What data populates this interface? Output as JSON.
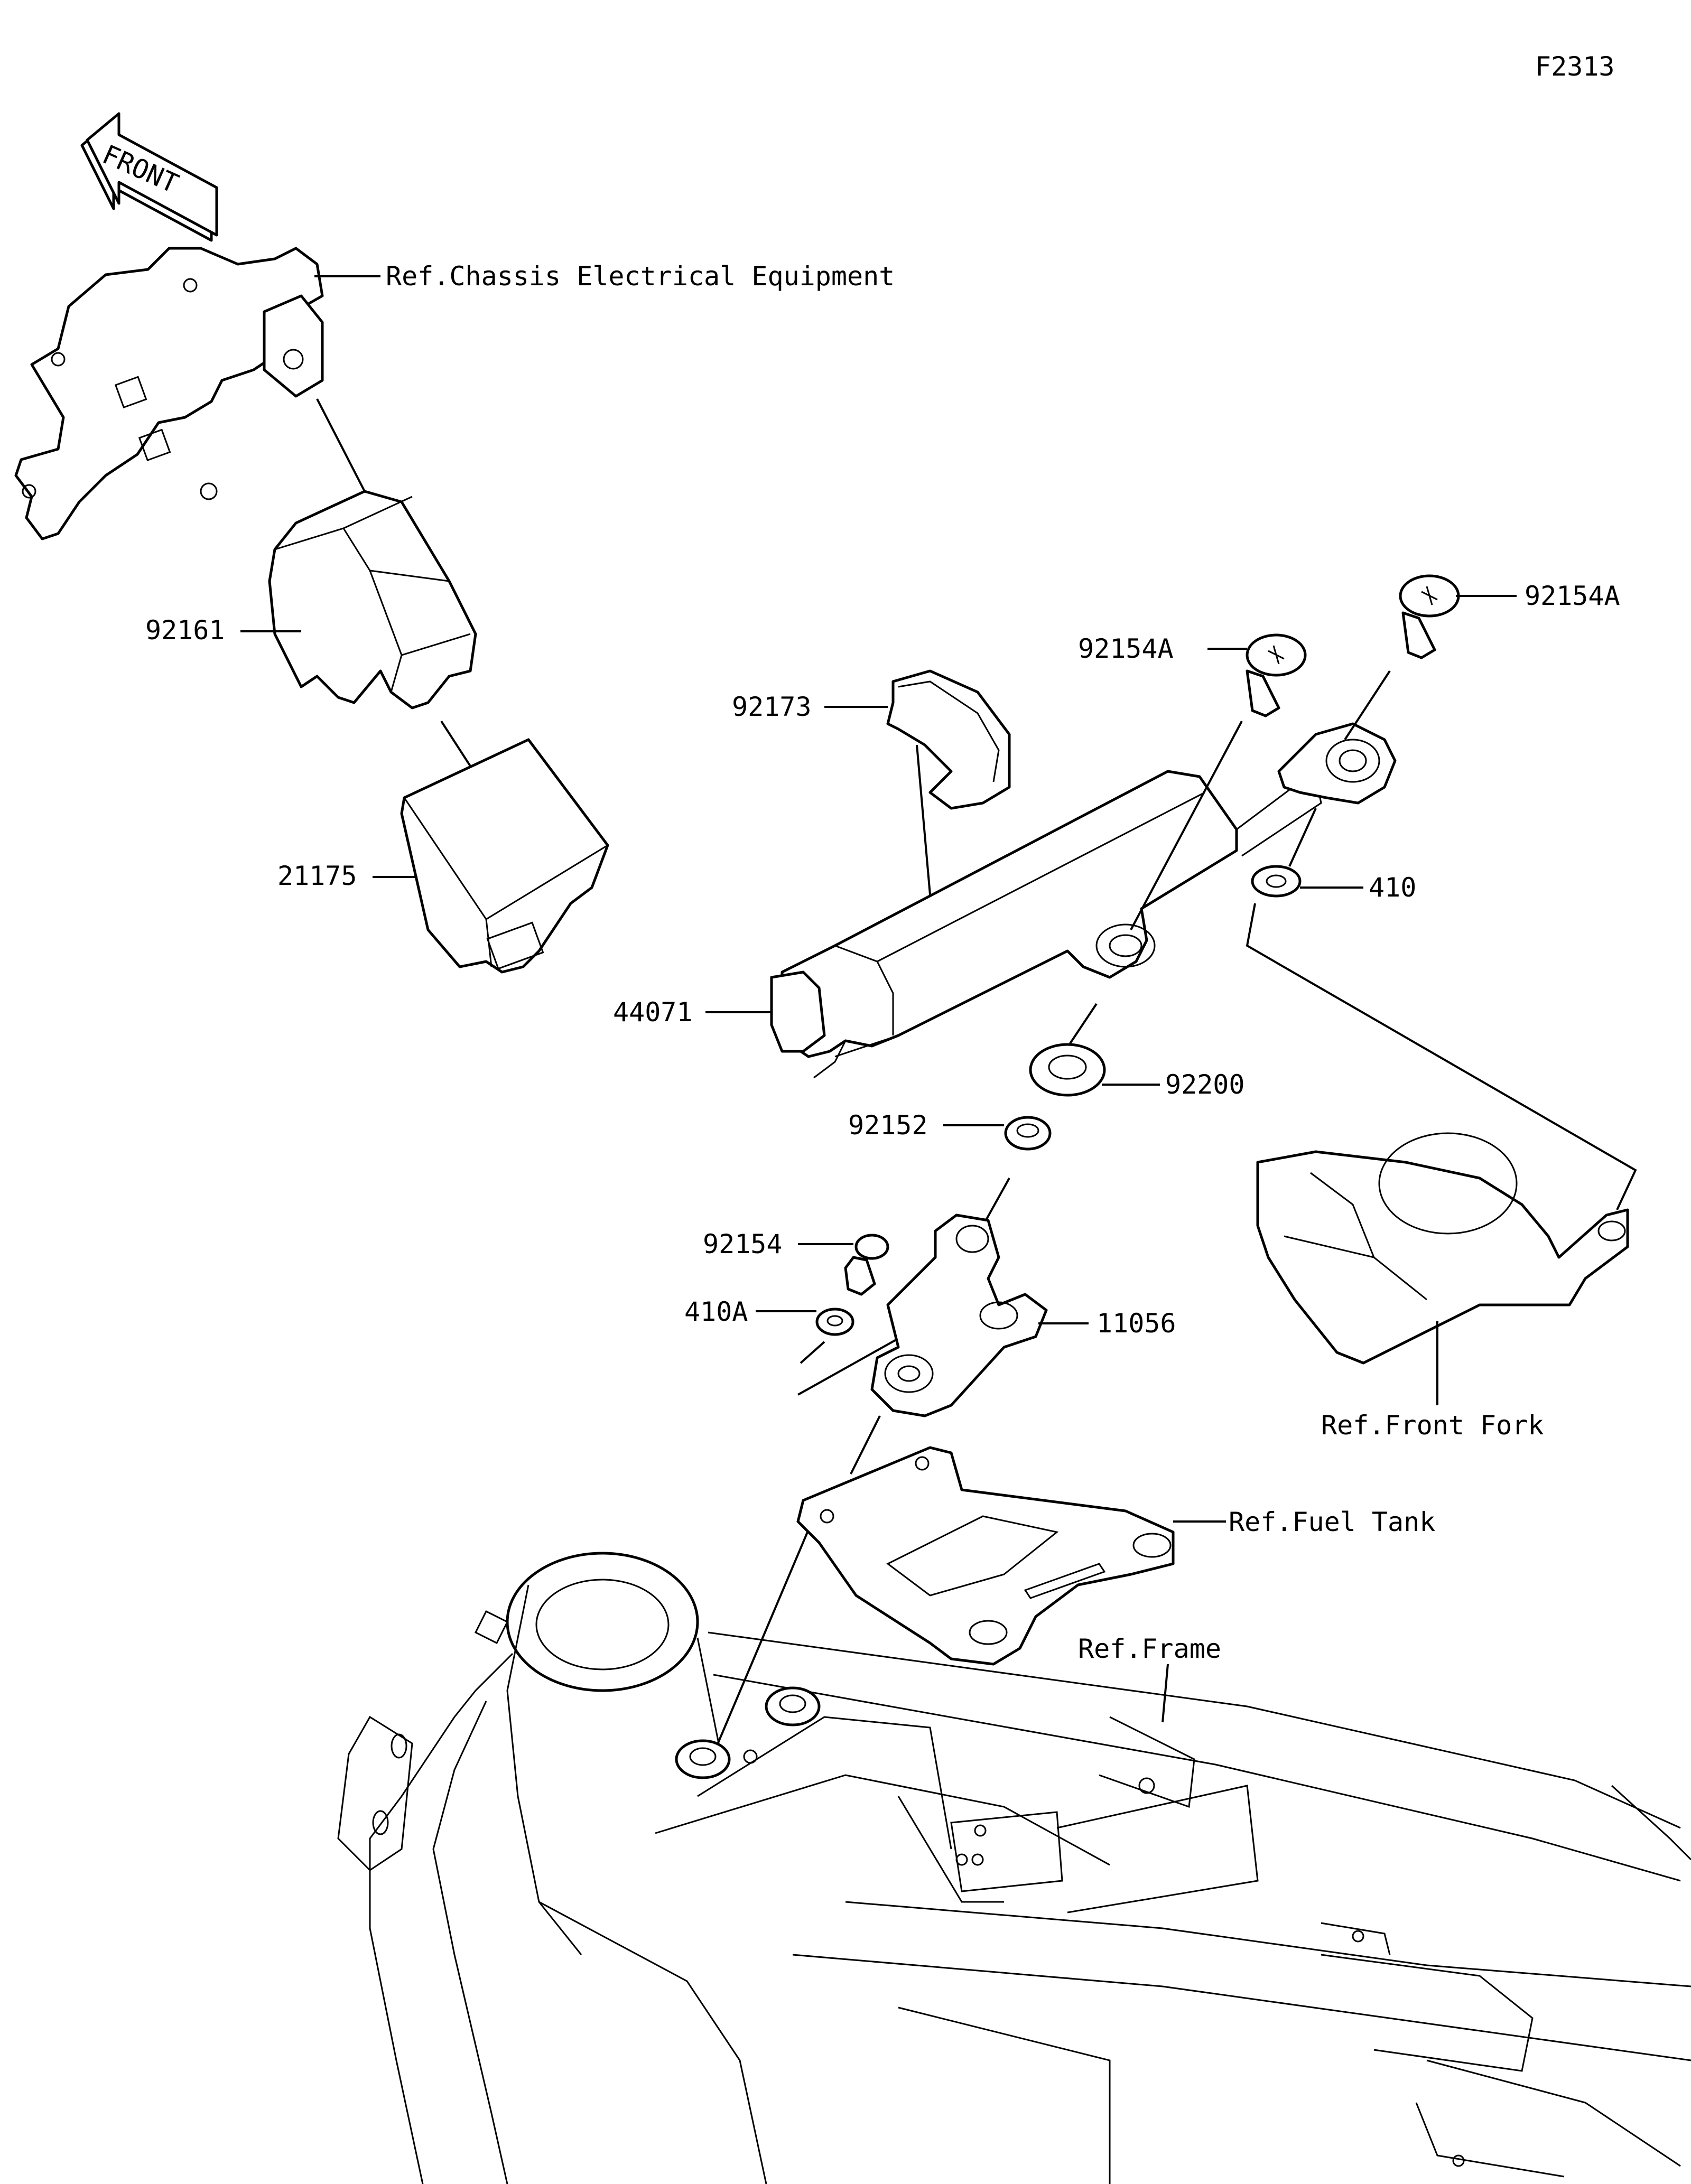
{
  "figure_id": "F2313",
  "front_label": "FRONT",
  "references": {
    "chassis": "Ref.Chassis Electrical Equipment",
    "front_fork": "Ref.Front Fork",
    "fuel_tank": "Ref.Fuel Tank",
    "frame": "Ref.Frame"
  },
  "callouts": {
    "p92161": "92161",
    "p21175": "21175",
    "p92173": "92173",
    "p44071": "44071",
    "p92154A_top": "92154A",
    "p92154A_mid": "92154A",
    "p410": "410",
    "p92200": "92200",
    "p92152": "92152",
    "p92154": "92154",
    "p410A": "410A",
    "p11056": "11056"
  }
}
